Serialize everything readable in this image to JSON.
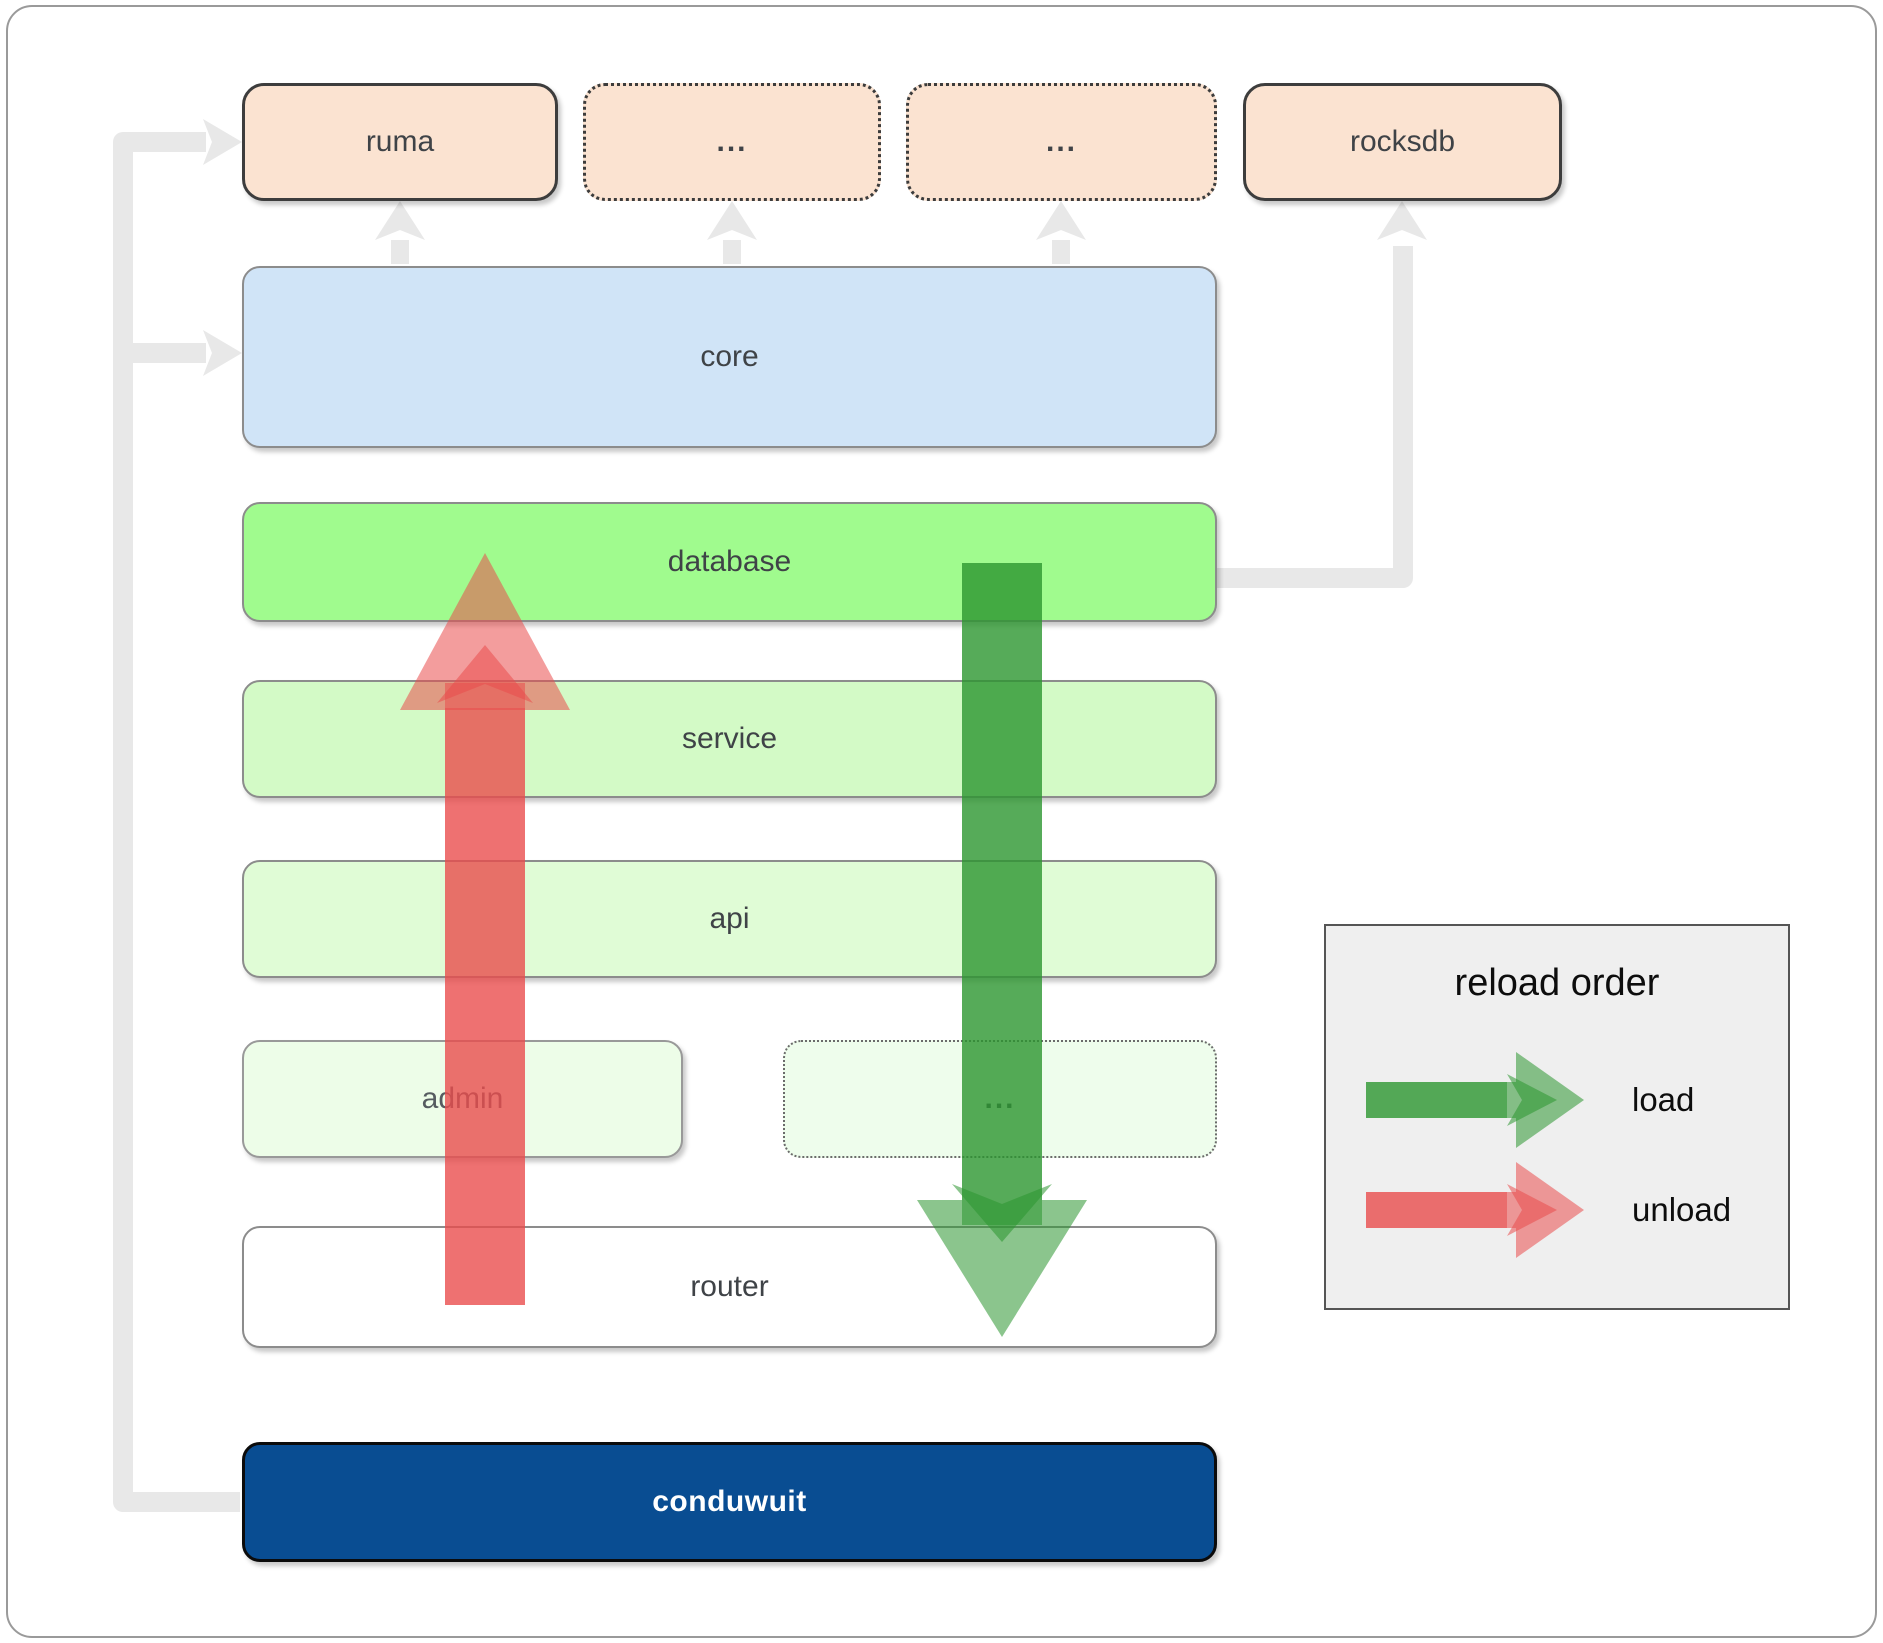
{
  "diagram": {
    "nodes": {
      "ruma": "ruma",
      "crates_more_1": "...",
      "crates_more_2": "...",
      "rocksdb": "rocksdb",
      "core": "core",
      "database": "database",
      "service": "service",
      "api": "api",
      "admin": "admin",
      "services_more": "...",
      "router": "router",
      "conduwuit": "conduwuit"
    },
    "colors": {
      "load_arrow": "#2c9630",
      "unload_arrow": "#ea4d4d",
      "connector": "#e8e8e8",
      "crate_box": "#fbe3d1",
      "core_box": "#d0e4f7",
      "database_box": "#a0fb8e",
      "service_box": "#d3fac6",
      "api_box": "#e0fcd6",
      "admin_box": "#edfde8",
      "router_box": "#ffffff",
      "conduwuit_box": "#094d92"
    }
  },
  "legend": {
    "title": "reload order",
    "items": [
      {
        "label": "load",
        "color": "#2c9630"
      },
      {
        "label": "unload",
        "color": "#ea4d4d"
      }
    ]
  }
}
